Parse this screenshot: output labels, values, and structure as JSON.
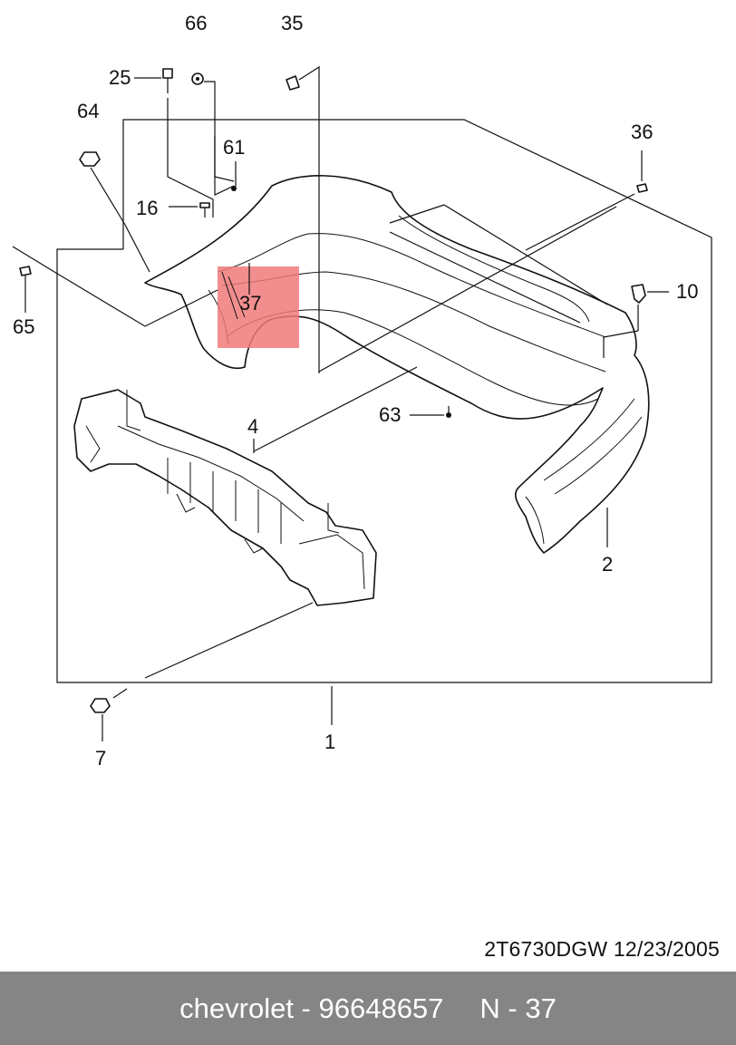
{
  "diagram": {
    "callouts": {
      "c66": "66",
      "c35": "35",
      "c25": "25",
      "c64": "64",
      "c61": "61",
      "c36": "36",
      "c16": "16",
      "c65": "65",
      "c37": "37",
      "c10": "10",
      "c63": "63",
      "c4": "4",
      "c2": "2",
      "c7": "7",
      "c1": "1"
    },
    "highlighted_part": "37",
    "highlight_color": "#f07a7a"
  },
  "document_code": "2T6730DGW  12/23/2005",
  "footer": {
    "brand_part": "chevrolet - 96648657",
    "ref": "N - 37",
    "background": "#858585"
  }
}
